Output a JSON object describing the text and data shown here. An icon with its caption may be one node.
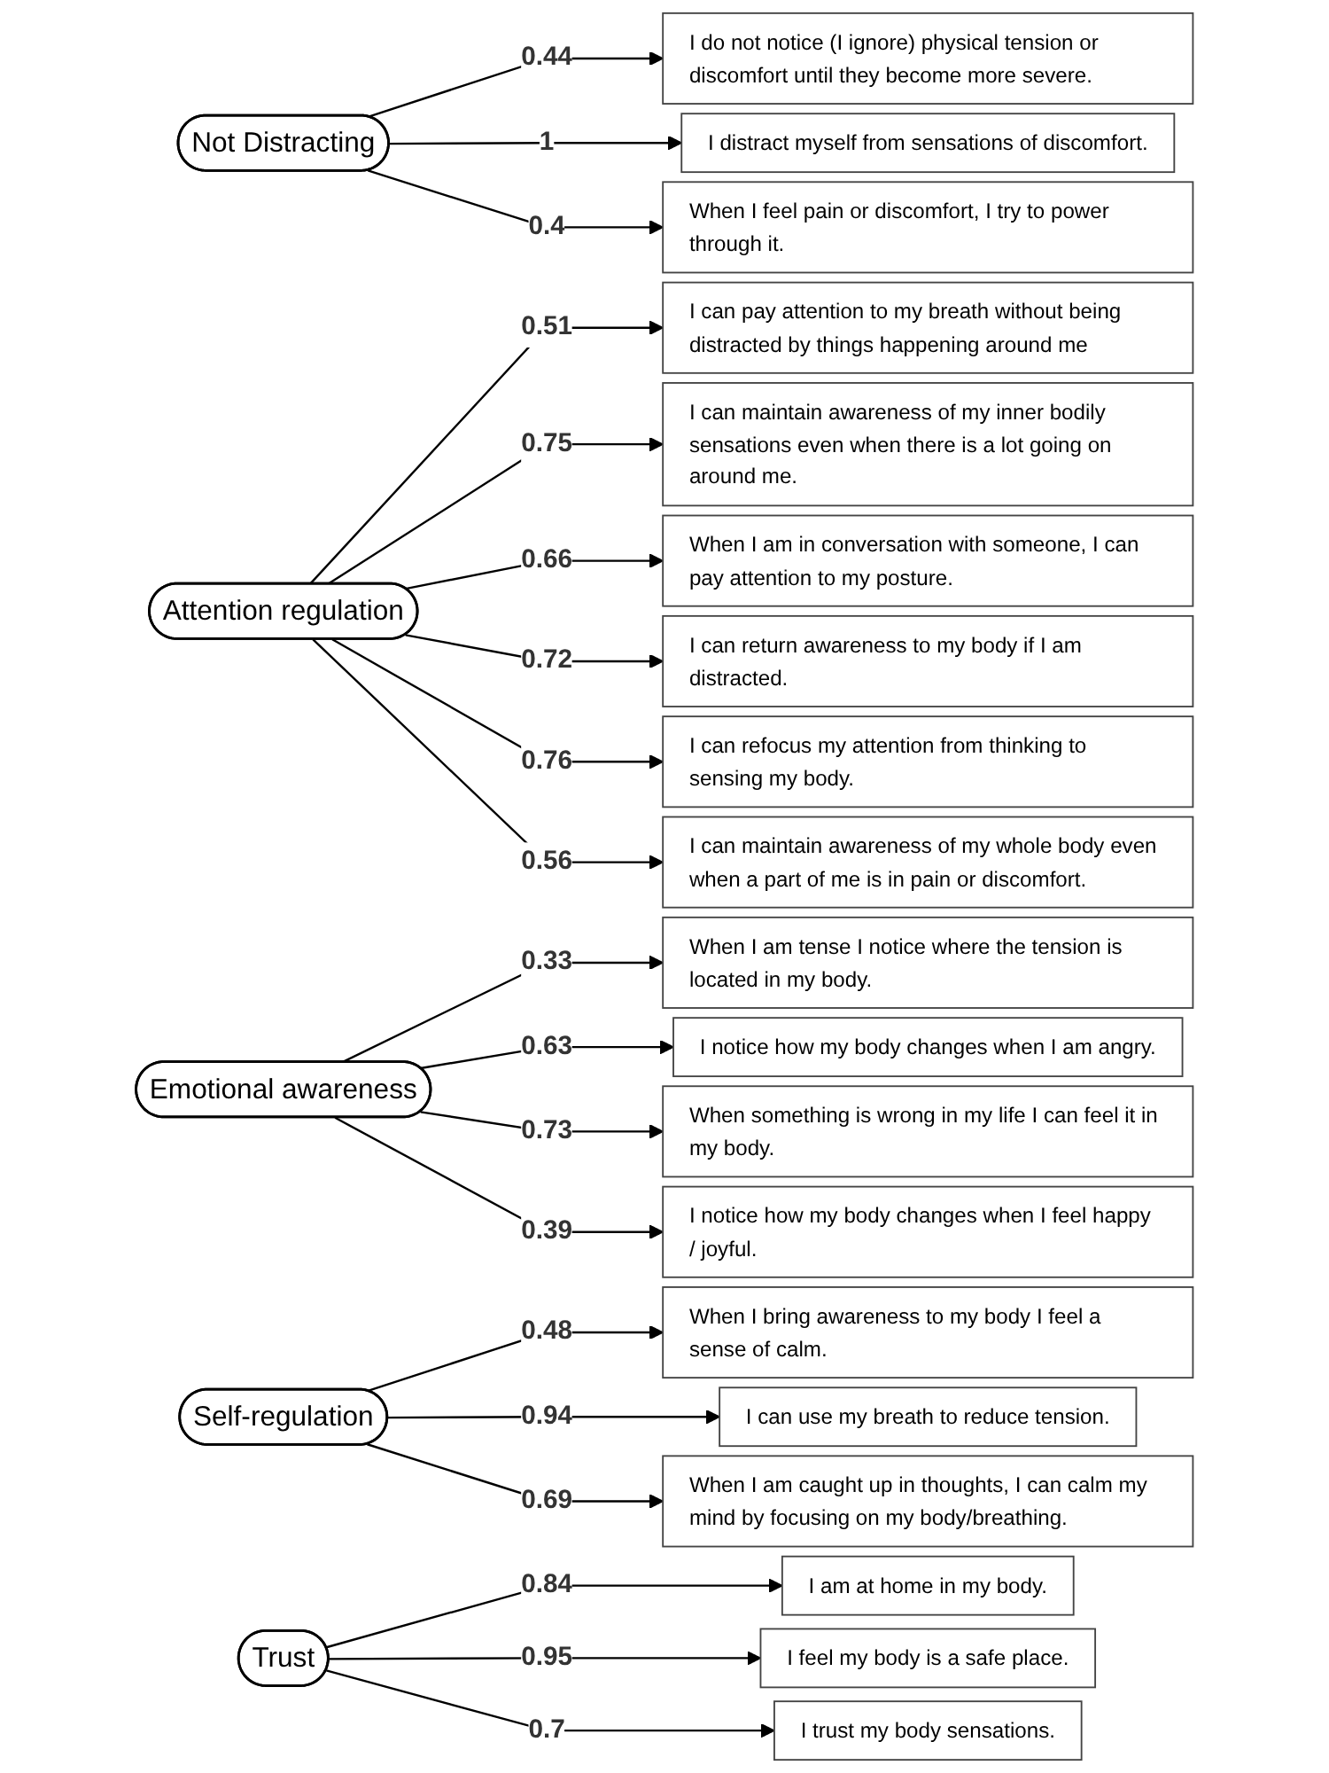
{
  "diagram": {
    "nodes": [
      {
        "text": [
          "Not Distracting"
        ]
      },
      {
        "text": [
          "I do not notice (I ignore) physical tension or discomfort until they become more severe."
        ]
      },
      {
        "text": [
          "I distract myself from sensations of discomfort."
        ]
      },
      {
        "text": [
          "When I feel pain or discomfort, I try to power through it."
        ]
      },
      {
        "text": [
          "Attention regulation"
        ]
      },
      {
        "text": [
          "I can pay attention to my breath without being distracted by things happening around me"
        ]
      },
      {
        "text": [
          "I can maintain awareness of my inner bodily sensations even when there is a lot going on around me."
        ]
      },
      {
        "text": [
          "When I am in conversation with someone, I can pay attention to my posture."
        ]
      },
      {
        "text": [
          "I can return awareness to my body if I am distracted."
        ]
      },
      {
        "text": [
          "I can refocus my attention from thinking to sensing my body."
        ]
      },
      {
        "text": [
          "I can maintain awareness of my whole body even when a part of me is in pain or discomfort."
        ]
      },
      {
        "text": [
          "Emotional awareness"
        ]
      },
      {
        "text": [
          "When I am tense I notice where the tension is located in my body."
        ]
      },
      {
        "text": [
          "I notice how my body changes when I am angry."
        ]
      },
      {
        "text": [
          "When something is wrong in my life I can feel it in my body."
        ]
      },
      {
        "text": [
          "I notice how my body changes when I feel happy / joyful."
        ]
      },
      {
        "text": [
          "Self-regulation"
        ]
      },
      {
        "text": [
          "When I bring awareness to my body I feel a sense of calm."
        ]
      },
      {
        "text": [
          "I can use my breath to reduce tension."
        ]
      },
      {
        "text": [
          "When I am caught up in thoughts, I can calm my mind by focusing on my body/breathing."
        ]
      },
      {
        "text": [
          "Trust"
        ]
      },
      {
        "text": [
          "I am at home in my body."
        ]
      },
      {
        "text": [
          "I feel my body is a safe place."
        ]
      },
      {
        "text": [
          "I trust my body sensations."
        ]
      }
    ],
    "edges": [
      {
        "from": 0,
        "to": 1,
        "arrow": "to",
        "label": "0.44"
      },
      {
        "from": 0,
        "to": 2,
        "arrow": "to",
        "label": "1"
      },
      {
        "from": 0,
        "to": 3,
        "arrow": "to",
        "label": "0.4"
      },
      {
        "from": 4,
        "to": 5,
        "arrow": "to",
        "label": "0.51"
      },
      {
        "from": 4,
        "to": 6,
        "arrow": "to",
        "label": "0.75"
      },
      {
        "from": 4,
        "to": 7,
        "arrow": "to",
        "label": "0.66"
      },
      {
        "from": 4,
        "to": 8,
        "arrow": "to",
        "label": "0.72"
      },
      {
        "from": 4,
        "to": 9,
        "arrow": "to",
        "label": "0.76"
      },
      {
        "from": 4,
        "to": 10,
        "arrow": "to",
        "label": "0.56"
      },
      {
        "from": 11,
        "to": 12,
        "arrow": "to",
        "label": "0.33"
      },
      {
        "from": 11,
        "to": 13,
        "arrow": "to",
        "label": "0.63"
      },
      {
        "from": 11,
        "to": 14,
        "arrow": "to",
        "label": "0.73"
      },
      {
        "from": 11,
        "to": 15,
        "arrow": "to",
        "label": "0.39"
      },
      {
        "from": 16,
        "to": 17,
        "arrow": "to",
        "label": "0.48"
      },
      {
        "from": 16,
        "to": 18,
        "arrow": "to",
        "label": "0.94"
      },
      {
        "from": 16,
        "to": 19,
        "arrow": "to",
        "label": "0.69"
      },
      {
        "from": 20,
        "to": 21,
        "arrow": "to",
        "label": "0.84"
      },
      {
        "from": 20,
        "to": 22,
        "arrow": "to",
        "label": "0.95"
      },
      {
        "from": 20,
        "to": 23,
        "arrow": "to",
        "label": "0.7"
      }
    ]
  }
}
